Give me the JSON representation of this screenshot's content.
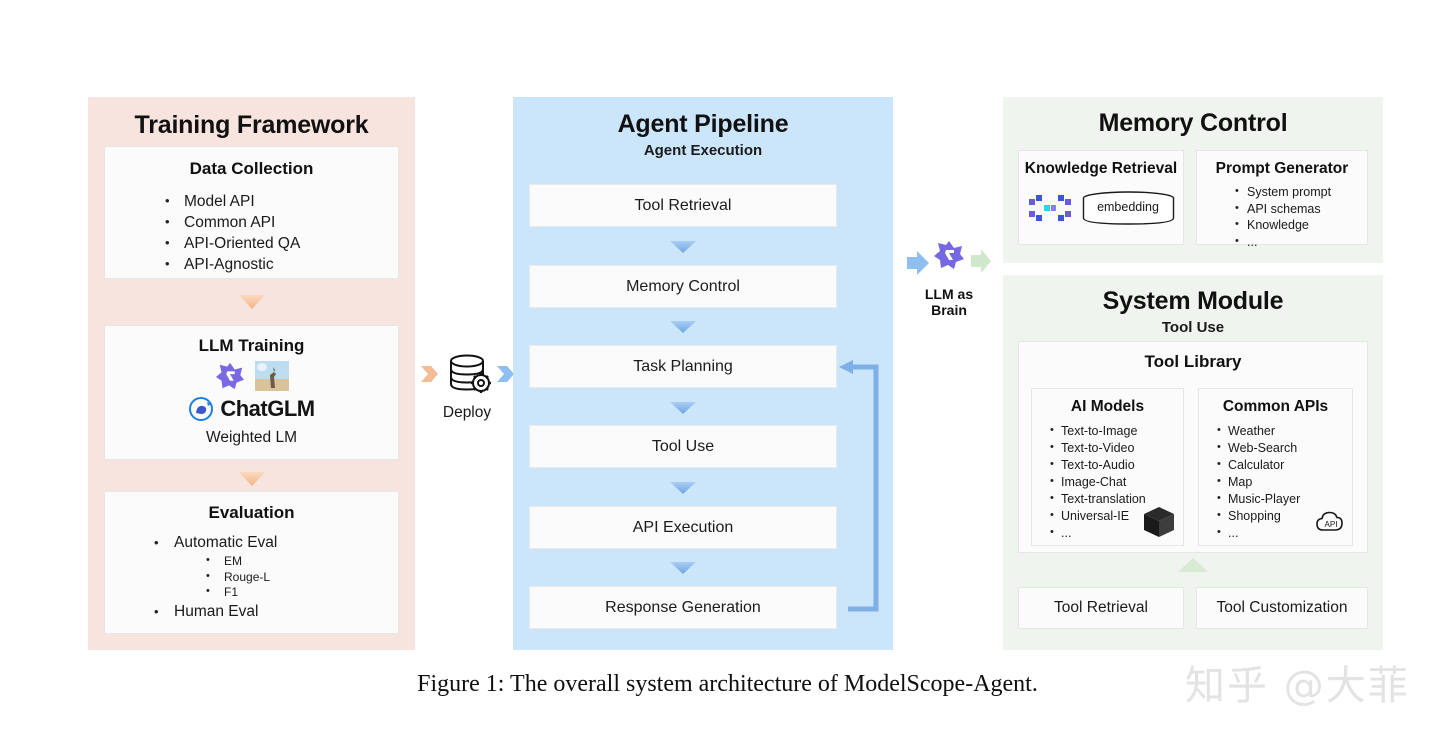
{
  "figure": {
    "caption": "Figure 1: The overall system architecture of ModelScope-Agent.",
    "watermark": "知乎 @大菲"
  },
  "colors": {
    "training_panel": "#f8e4de",
    "agent_panel": "#cbe5fb",
    "memory_panel": "#eff4ee",
    "system_panel": "#eff4ee",
    "card": "#fbfbfb",
    "arrow_orange": "#f6c9a8",
    "arrow_blue": "#8ab8ea",
    "arrow_green": "#d5e7d2"
  },
  "training": {
    "title": "Training Framework",
    "data_collection": {
      "title": "Data Collection",
      "items": [
        "Model API",
        "Common API",
        "API-Oriented QA",
        "API-Agnostic"
      ]
    },
    "llm_training": {
      "title": "LLM Training",
      "logos": [
        "modelscope-logo",
        "llama-photo-logo",
        "chatglm-logo"
      ],
      "footer": "Weighted LM"
    },
    "evaluation": {
      "title": "Evaluation",
      "items": [
        {
          "label": "Automatic Eval",
          "sub": [
            "EM",
            "Rouge-L",
            "F1"
          ]
        },
        {
          "label": "Human Eval",
          "sub": []
        }
      ]
    }
  },
  "deploy": {
    "label": "Deploy",
    "icon": "database-gear-icon"
  },
  "agent": {
    "title": "Agent Pipeline",
    "subtitle": "Agent Execution",
    "steps": [
      "Tool Retrieval",
      "Memory Control",
      "Task Planning",
      "Tool Use",
      "API Execution",
      "Response Generation"
    ],
    "feedback_loop": "Response Generation feeds back to Task Planning"
  },
  "brain": {
    "label_line1": "LLM as",
    "label_line2": "Brain",
    "icon": "modelscope-brain-icon"
  },
  "memory": {
    "title": "Memory Control",
    "knowledge_retrieval": {
      "title": "Knowledge Retrieval",
      "icon": "vector-dots-icon",
      "cylinder_label": "embedding"
    },
    "prompt_generator": {
      "title": "Prompt Generator",
      "items": [
        "System prompt",
        "API schemas",
        "Knowledge",
        "..."
      ]
    }
  },
  "system": {
    "title": "System Module",
    "subtitle": "Tool Use",
    "tool_library": {
      "title": "Tool Library",
      "ai_models": {
        "title": "AI Models",
        "icon": "cube-icon",
        "items": [
          "Text-to-Image",
          "Text-to-Video",
          "Text-to-Audio",
          "Image-Chat",
          "Text-translation",
          "Universal-IE",
          "..."
        ]
      },
      "common_apis": {
        "title": "Common APIs",
        "icon": "api-cloud-icon",
        "items": [
          "Weather",
          "Web-Search",
          "Calculator",
          "Map",
          "Music-Player",
          "Shopping",
          "..."
        ]
      }
    },
    "bottom": {
      "tool_retrieval": "Tool Retrieval",
      "tool_customization": "Tool Customization"
    }
  }
}
